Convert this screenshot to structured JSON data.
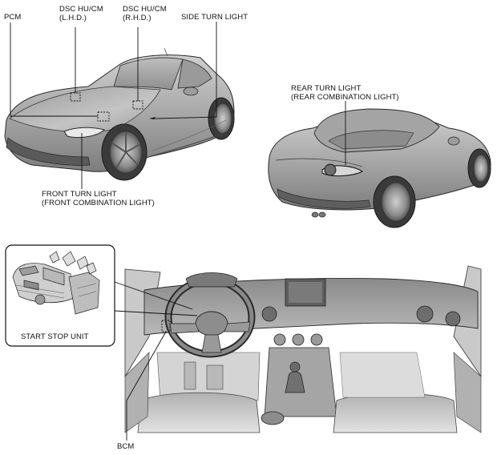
{
  "labels": {
    "pcm": "PCM",
    "dsc_lhd_line1": "DSC HU/CM",
    "dsc_lhd_line2": "(L.H.D.)",
    "dsc_rhd_line1": "DSC HU/CM",
    "dsc_rhd_line2": "(R.H.D.)",
    "side_turn_light": "SIDE TURN LIGHT",
    "rear_turn_light_line1": "REAR TURN LIGHT",
    "rear_turn_light_line2": "(REAR COMBINATION LIGHT)",
    "front_turn_light_line1": "FRONT TURN LIGHT",
    "front_turn_light_line2": "(FRONT COMBINATION LIGHT)",
    "start_stop_unit": "START STOP UNIT",
    "bcm": "BCM"
  },
  "colors": {
    "body_dark": "#8e8e8e",
    "body_mid": "#b4b4b4",
    "body_light": "#d6d6d6",
    "glass": "#a9a9a9",
    "tire": "#3a3a3a",
    "outline": "#2a2a2a",
    "leader": "#111111"
  }
}
